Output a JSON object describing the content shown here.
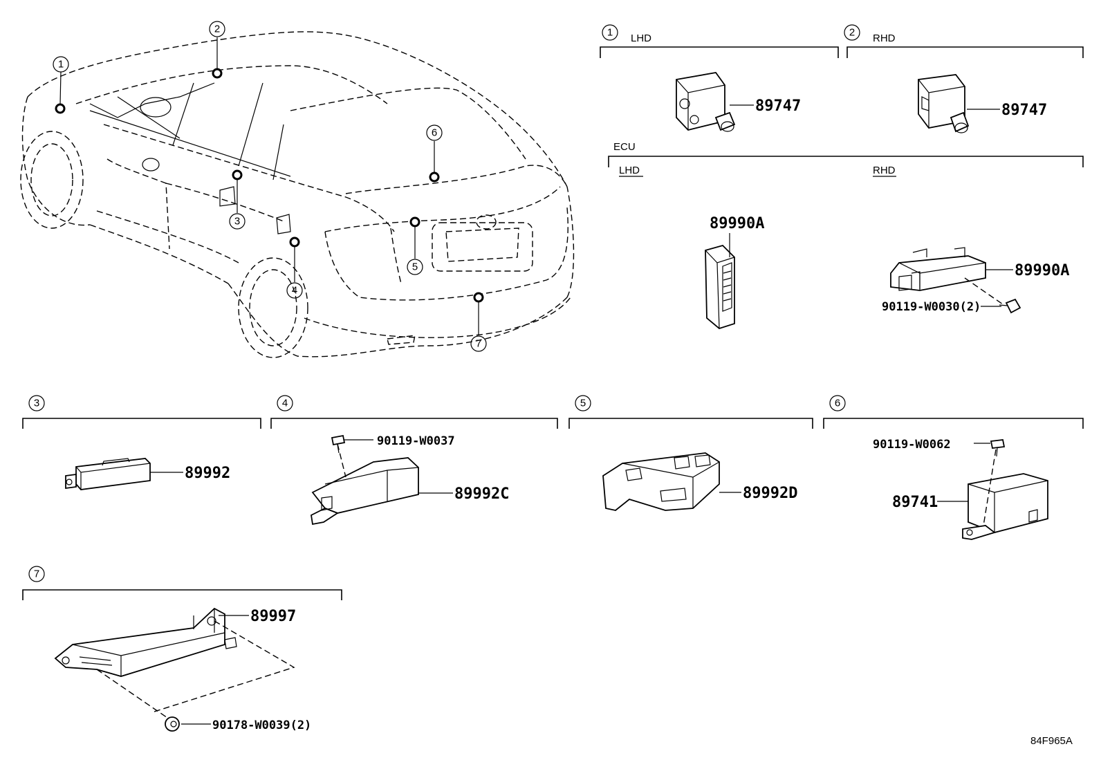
{
  "callouts": {
    "c1": "1",
    "c2": "2",
    "c3": "3",
    "c4": "4",
    "c5": "5",
    "c6": "6",
    "c7": "7"
  },
  "sections": {
    "s1_tag": "LHD",
    "s2_tag": "RHD",
    "ecu_label": "ECU",
    "ecu_lhd": "LHD",
    "ecu_rhd": "RHD"
  },
  "parts": {
    "p_89747_lhd": "89747",
    "p_89747_rhd": "89747",
    "p_89990a_lhd": "89990A",
    "p_89990a_rhd": "89990A",
    "p_90119_w0030": "90119-W0030(2)",
    "p_89992": "89992",
    "p_90119_w0037": "90119-W0037",
    "p_89992c": "89992C",
    "p_89992d": "89992D",
    "p_90119_w0062": "90119-W0062",
    "p_89741": "89741",
    "p_89997": "89997",
    "p_90178_w0039": "90178-W0039(2)"
  },
  "diagram_code": "84F965A"
}
